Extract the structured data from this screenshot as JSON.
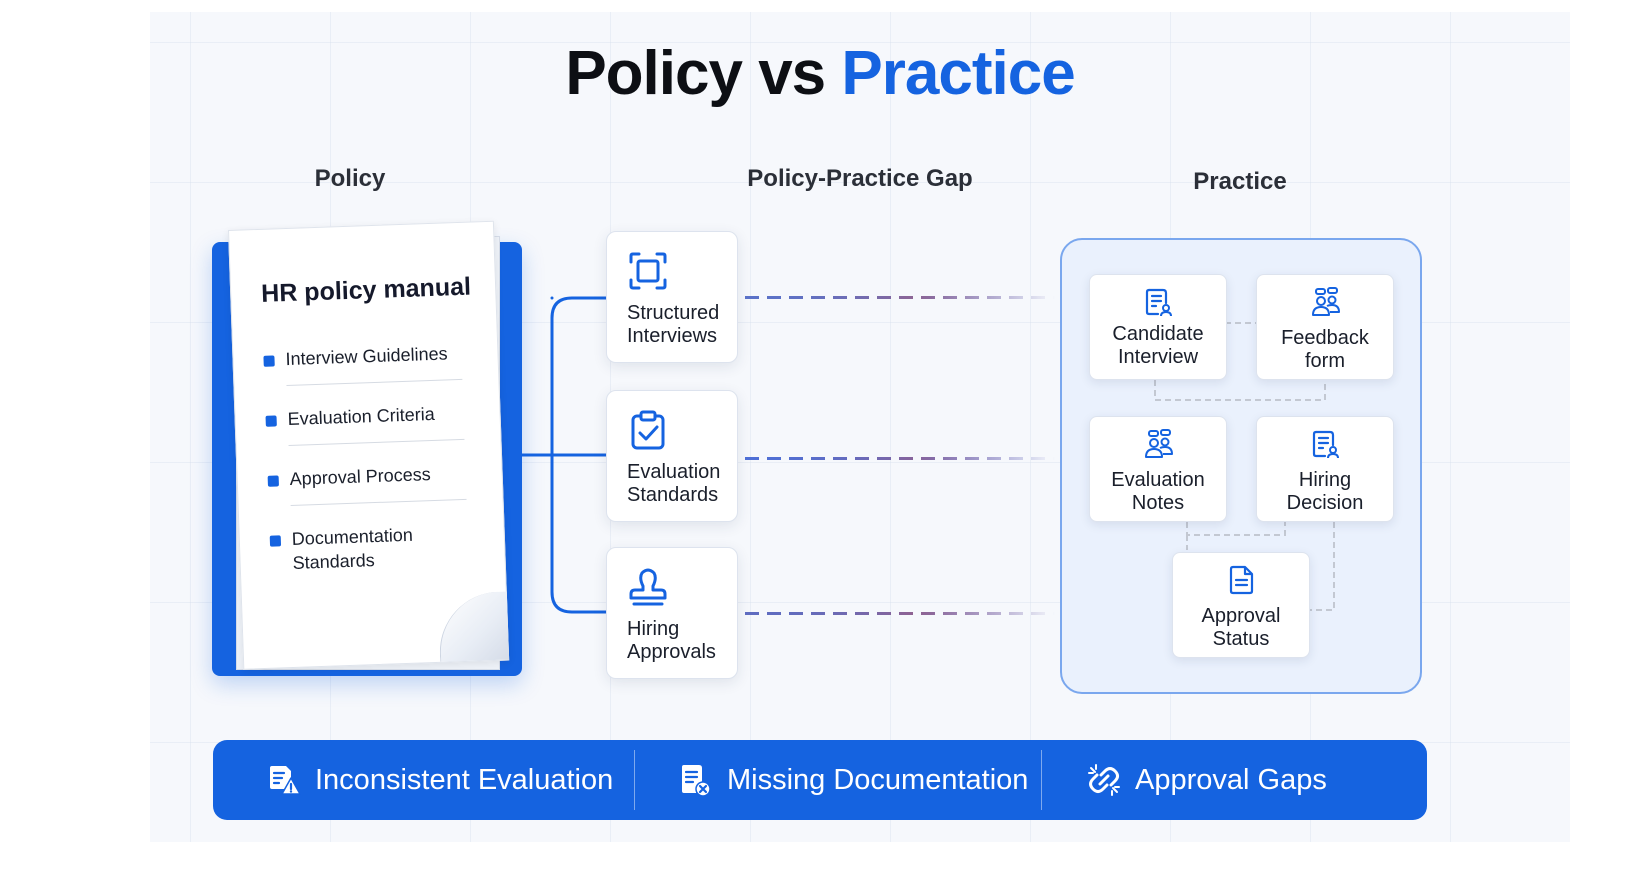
{
  "title": {
    "part1": "Policy vs",
    "part2": "Practice"
  },
  "columns": {
    "policy": "Policy",
    "gap": "Policy-Practice Gap",
    "practice": "Practice"
  },
  "policy_doc": {
    "title": "HR policy manual",
    "items": [
      {
        "line1": "Interview Guidelines",
        "line2": ""
      },
      {
        "line1": "Evaluation Criteria",
        "line2": ""
      },
      {
        "line1": "Approval Process",
        "line2": ""
      },
      {
        "line1": "Documentation",
        "line2": "Standards"
      }
    ]
  },
  "gap_cards": [
    {
      "line1": "Structured",
      "line2": "Interviews",
      "icon": "frame-focus-icon"
    },
    {
      "line1": "Evaluation",
      "line2": "Standards",
      "icon": "clipboard-check-icon"
    },
    {
      "line1": "Hiring",
      "line2": "Approvals",
      "icon": "stamp-icon"
    }
  ],
  "practice_cards": [
    {
      "line1": "Candidate",
      "line2": "Interview",
      "icon": "document-user-icon"
    },
    {
      "line1": "Feedback",
      "line2": "form",
      "icon": "people-chat-icon"
    },
    {
      "line1": "Evaluation",
      "line2": "Notes",
      "icon": "people-chat-icon"
    },
    {
      "line1": "Hiring",
      "line2": "Decision",
      "icon": "document-user-icon"
    },
    {
      "line1": "Approval",
      "line2": "Status",
      "icon": "document-icon"
    }
  ],
  "issues": [
    {
      "label": "Inconsistent Evaluation",
      "icon": "document-warning-icon"
    },
    {
      "label": "Missing Documentation",
      "icon": "document-missing-icon"
    },
    {
      "label": "Approval Gaps",
      "icon": "broken-link-icon"
    }
  ],
  "colors": {
    "accent": "#1563e0",
    "gap_line_start": "#5b72c8",
    "gap_line_end": "#b85a6a",
    "panel_border": "#7aa7ee"
  }
}
